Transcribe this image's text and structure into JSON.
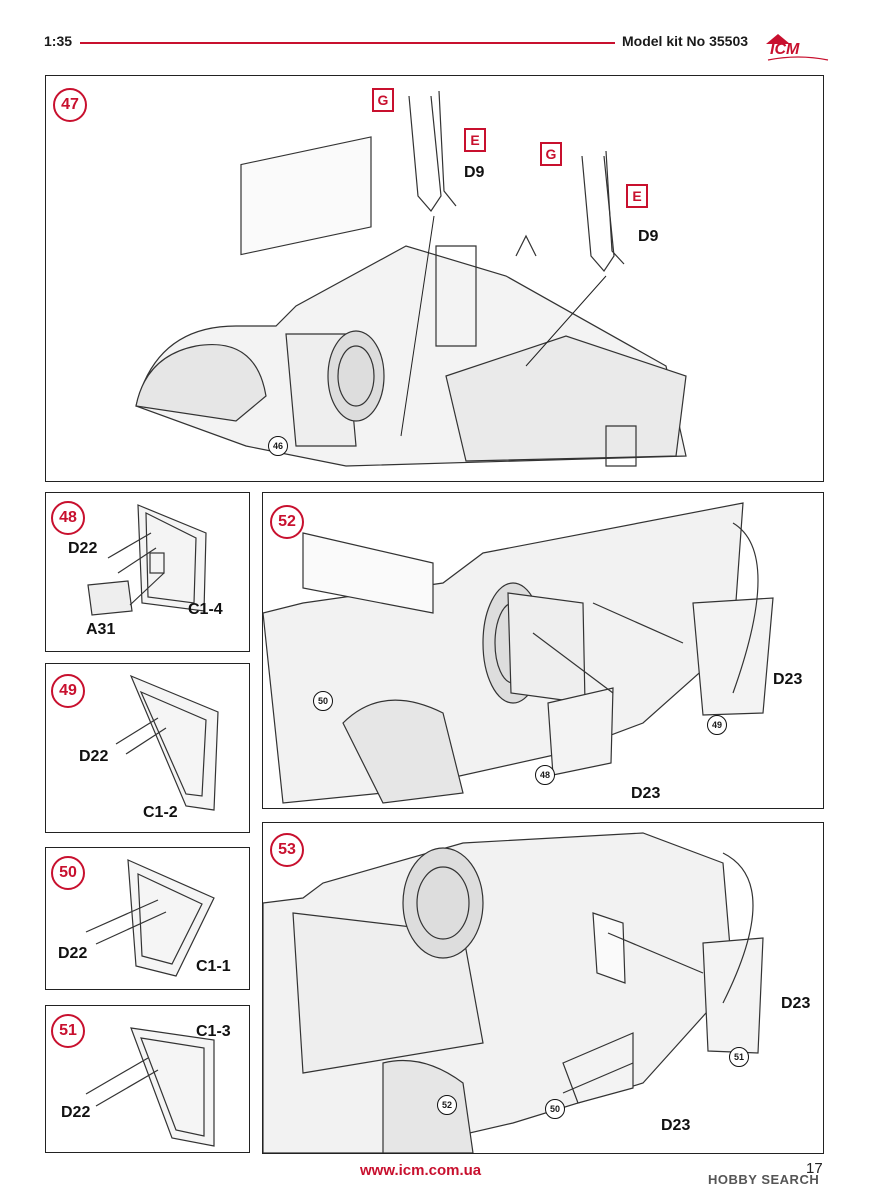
{
  "header": {
    "scale": "1:35",
    "kit": "Model kit No 35503",
    "logo_text": "ICM"
  },
  "steps": {
    "s47": {
      "num": "47",
      "labels": {
        "g1": "G",
        "e1": "E",
        "d1": "D9",
        "g2": "G",
        "e2": "E",
        "d2": "D9"
      },
      "ref": "46"
    },
    "s48": {
      "num": "48",
      "labels": {
        "a": "D22",
        "b": "A31",
        "c": "C1-4"
      }
    },
    "s49": {
      "num": "49",
      "labels": {
        "a": "D22",
        "b": "C1-2"
      }
    },
    "s50": {
      "num": "50",
      "labels": {
        "a": "D22",
        "b": "C1-1"
      }
    },
    "s51": {
      "num": "51",
      "labels": {
        "a": "C1-3",
        "b": "D22"
      }
    },
    "s52": {
      "num": "52",
      "labels": {
        "a": "D23",
        "b": "D23"
      },
      "refs": {
        "r1": "50",
        "r2": "49",
        "r3": "48"
      }
    },
    "s53": {
      "num": "53",
      "labels": {
        "a": "D23",
        "b": "D23"
      },
      "refs": {
        "r1": "51",
        "r2": "52",
        "r3": "50"
      }
    }
  },
  "footer": {
    "url": "www.icm.com.ua",
    "page": "17",
    "watermark": "HOBBY SEARCH"
  }
}
